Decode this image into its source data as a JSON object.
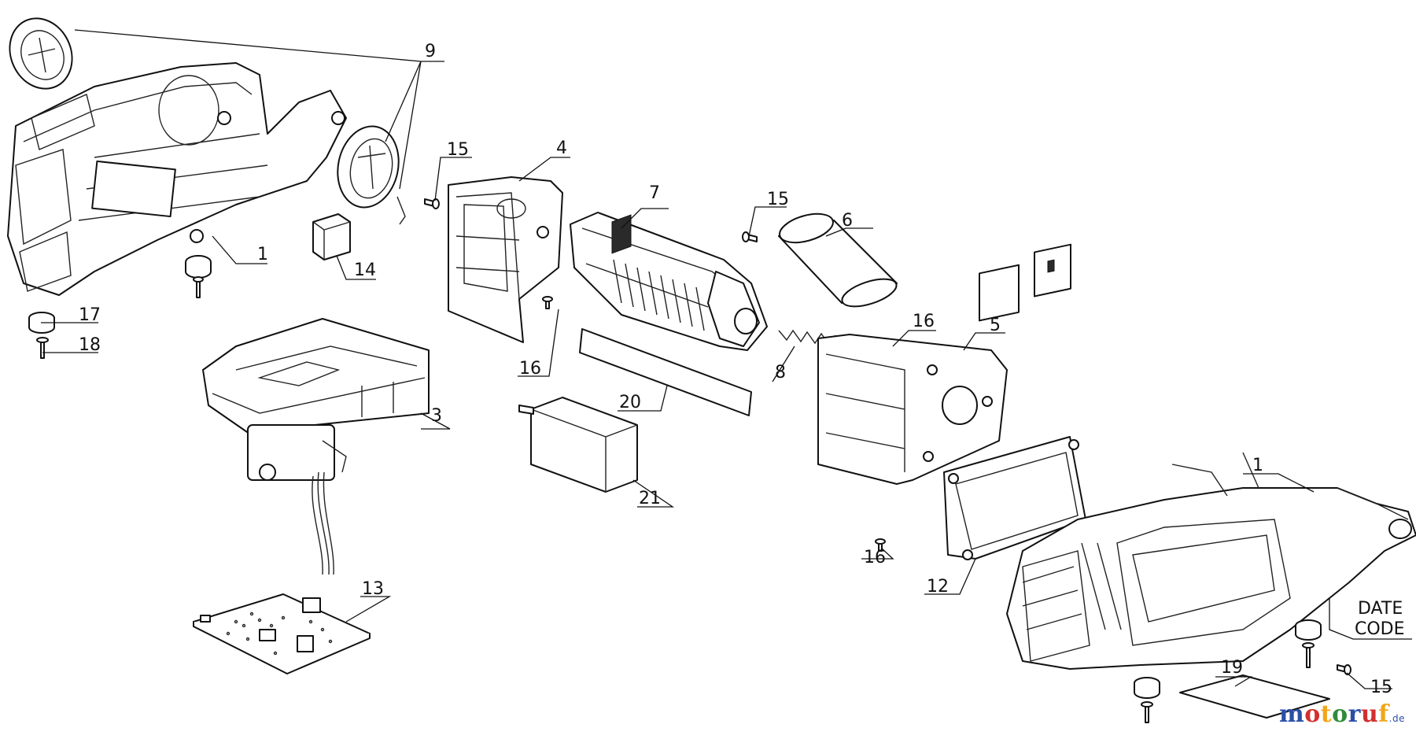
{
  "callouts": {
    "c1a": "1",
    "c1b": "1",
    "c3": "3",
    "c4": "4",
    "c5": "5",
    "c6": "6",
    "c7": "7",
    "c8": "8",
    "c9": "9",
    "c12": "12",
    "c13": "13",
    "c14": "14",
    "c15a": "15",
    "c15b": "15",
    "c15c": "15",
    "c16a": "16",
    "c16b": "16",
    "c16c": "16",
    "c17": "17",
    "c18": "18",
    "c19": "19",
    "c20": "20",
    "c21": "21"
  },
  "date_code": {
    "line1": "DATE",
    "line2": "CODE"
  },
  "watermark": {
    "text": "motoruf",
    "suffix": ".de",
    "colors": [
      "#2b4fa6",
      "#d32f2f",
      "#f2a51a",
      "#2e8b3a"
    ]
  }
}
